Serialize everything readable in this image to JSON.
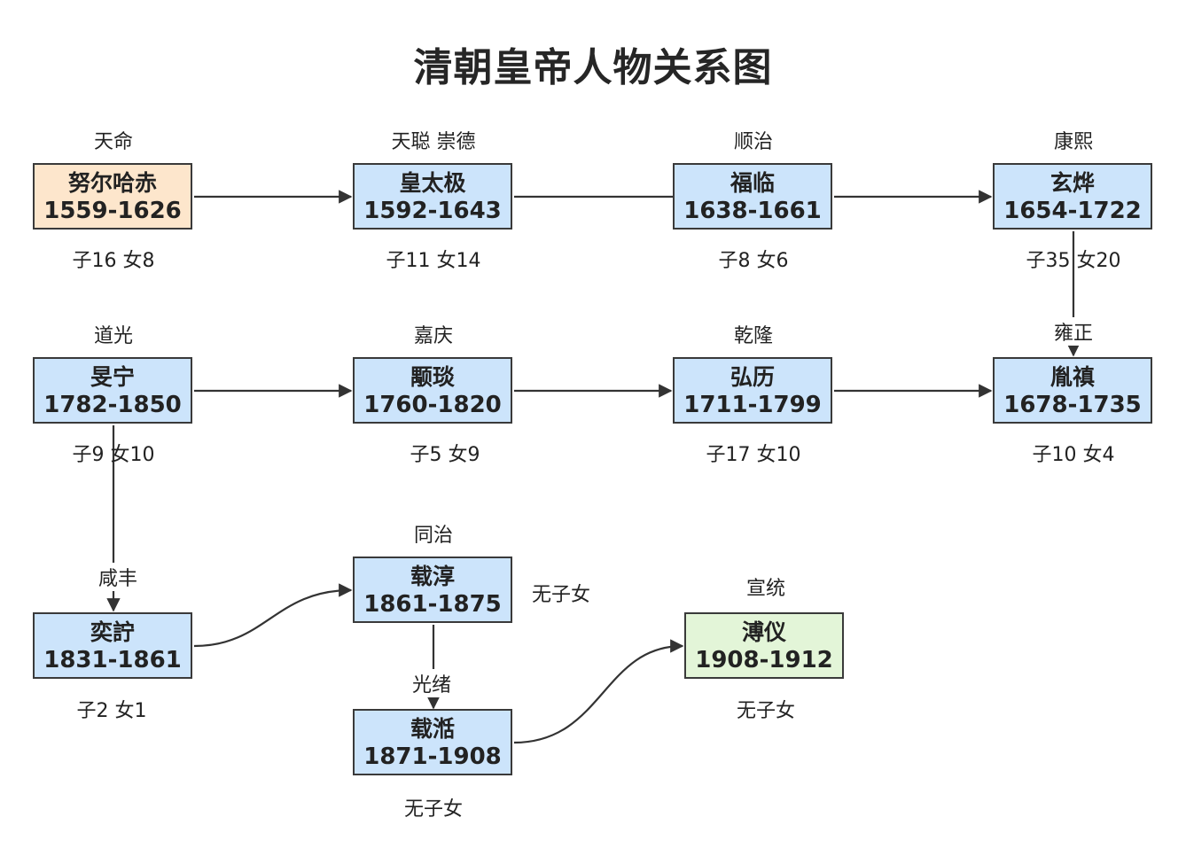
{
  "title": "清朝皇帝人物关系图",
  "colors": {
    "border": "#3a3a3a",
    "blue": "#cce4fb",
    "peach": "#fde6cc",
    "green": "#e3f5d8",
    "edge": "#333333"
  },
  "nodes": [
    {
      "id": "nurhaci",
      "name": "努尔哈赤",
      "years": "1559-1626",
      "era": "天命",
      "children": "子16  女8"
    },
    {
      "id": "hongtaiji",
      "name": "皇太极",
      "years": "1592-1643",
      "era": "天聪  崇德",
      "children": "子11  女14"
    },
    {
      "id": "fulin",
      "name": "福临",
      "years": "1638-1661",
      "era": "顺治",
      "children": "子8  女6"
    },
    {
      "id": "xuanye",
      "name": "玄烨",
      "years": "1654-1722",
      "era": "康熙",
      "children": "子35  女20"
    },
    {
      "id": "minning",
      "name": "旻宁",
      "years": "1782-1850",
      "era": "道光",
      "children": "子9  女10"
    },
    {
      "id": "yongyan",
      "name": "颙琰",
      "years": "1760-1820",
      "era": "嘉庆",
      "children": "子5  女9"
    },
    {
      "id": "hongli",
      "name": "弘历",
      "years": "1711-1799",
      "era": "乾隆",
      "children": "子17  女10"
    },
    {
      "id": "yinzhen",
      "name": "胤禛",
      "years": "1678-1735",
      "era": "雍正",
      "children": "子10  女4"
    },
    {
      "id": "yizhu",
      "name": "奕詝",
      "years": "1831-1861",
      "era": "咸丰",
      "children": "子2  女1"
    },
    {
      "id": "zaichun",
      "name": "载淳",
      "years": "1861-1875",
      "era": "同治",
      "children": "无子女"
    },
    {
      "id": "zaitian",
      "name": "载湉",
      "years": "1871-1908",
      "era": "光绪",
      "children": "无子女"
    },
    {
      "id": "puyi",
      "name": "溥仪",
      "years": "1908-1912",
      "era": "宣统",
      "children": "无子女"
    }
  ]
}
